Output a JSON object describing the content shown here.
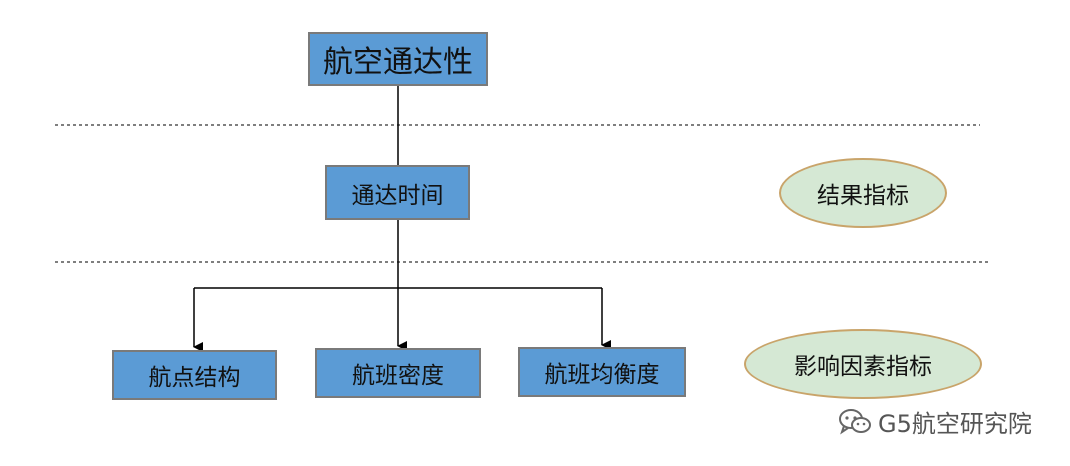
{
  "nodes": {
    "root": "航空通达性",
    "result": "通达时间",
    "factor_1": "航点结构",
    "factor_2": "航班密度",
    "factor_3": "航班均衡度"
  },
  "labels": {
    "result_indicator": "结果指标",
    "factor_indicator": "影响因素指标"
  },
  "watermark": {
    "text": "G5航空研究院",
    "icon": "wechat-icon"
  },
  "colors": {
    "box_fill": "#5b9bd5",
    "box_border": "#7a7a7a",
    "ellipse_fill": "#d5e8d4",
    "ellipse_border": "#c9a46a",
    "line": "#000000"
  }
}
